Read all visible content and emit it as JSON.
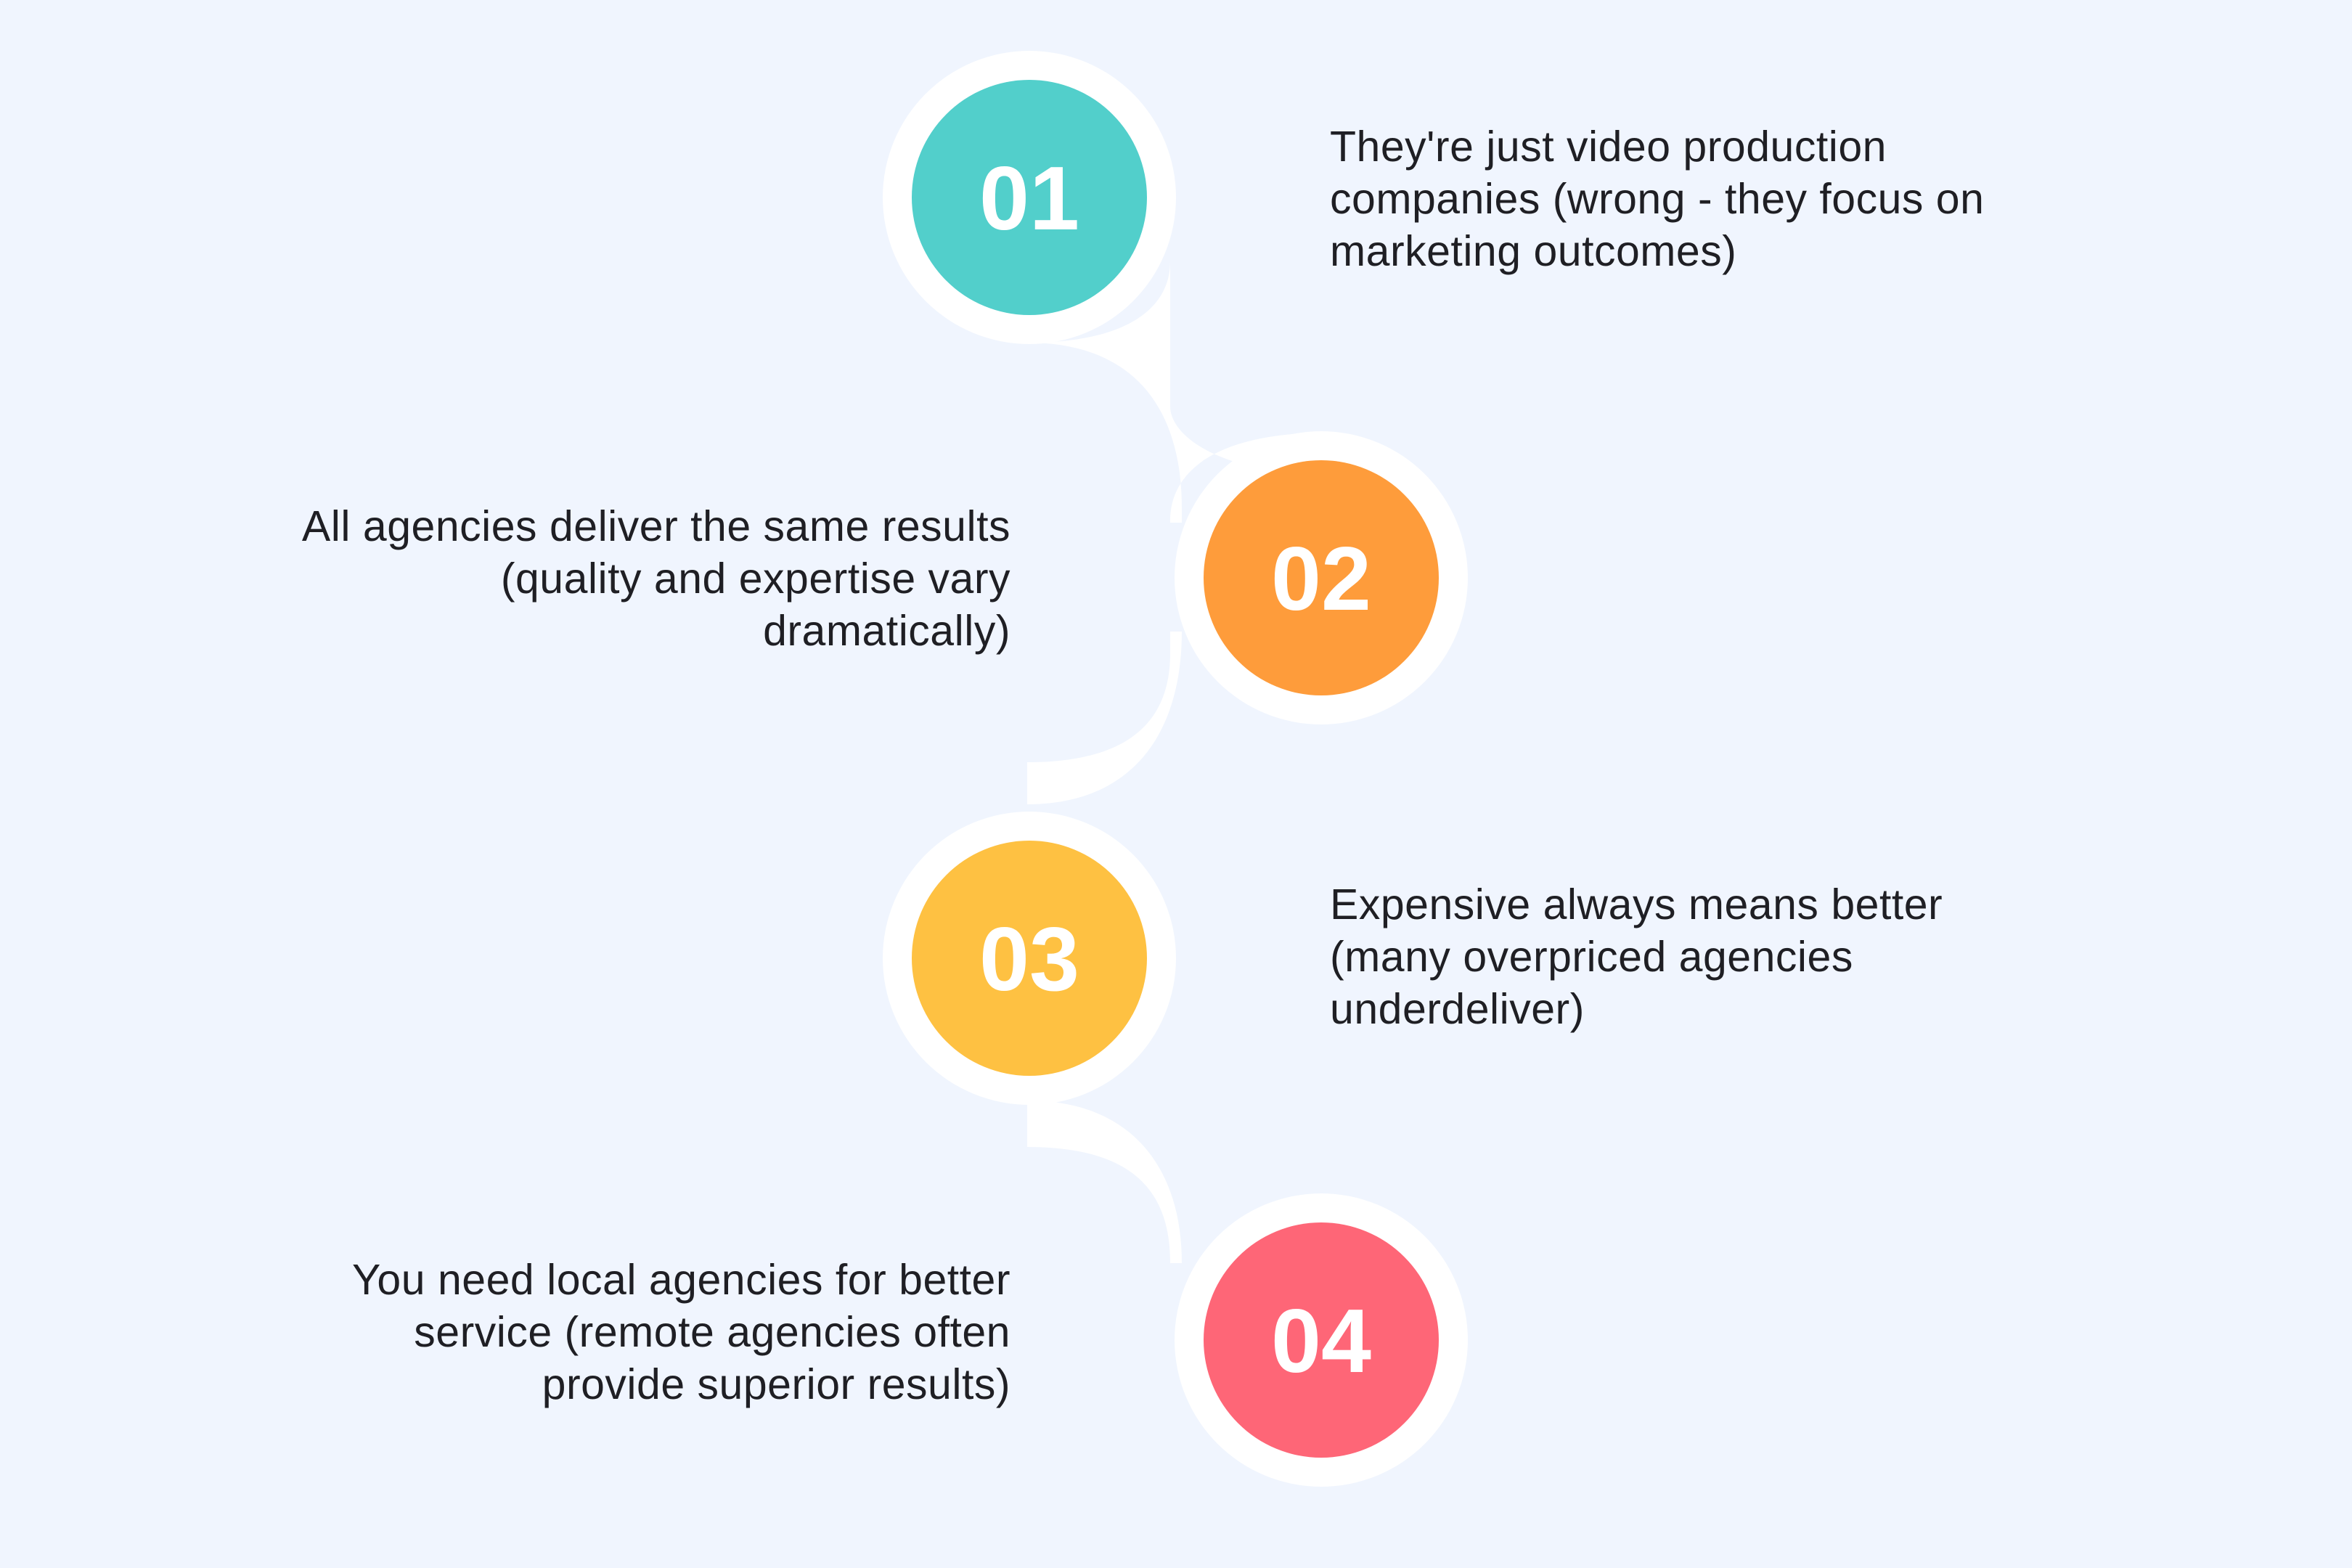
{
  "steps": [
    {
      "number": "01",
      "color": "#52cfcb",
      "side": "right",
      "lines": [
        "They're just video production",
        "companies (wrong - they focus on",
        "marketing outcomes)"
      ]
    },
    {
      "number": "02",
      "color": "#fe9c3b",
      "side": "left",
      "lines": [
        "All agencies deliver the same results",
        "(quality and expertise vary",
        "dramatically)"
      ]
    },
    {
      "number": "03",
      "color": "#fec142",
      "side": "right",
      "lines": [
        "Expensive always means better",
        "(many overpriced agencies",
        "underdeliver)"
      ]
    },
    {
      "number": "04",
      "color": "#fe6677",
      "side": "left",
      "lines": [
        "You need local agencies for better",
        "service (remote agencies often",
        "provide superior results)"
      ]
    }
  ],
  "colors": {
    "background": "#f0f5fe",
    "connector": "#ffffff",
    "text": "#1f1f24"
  }
}
